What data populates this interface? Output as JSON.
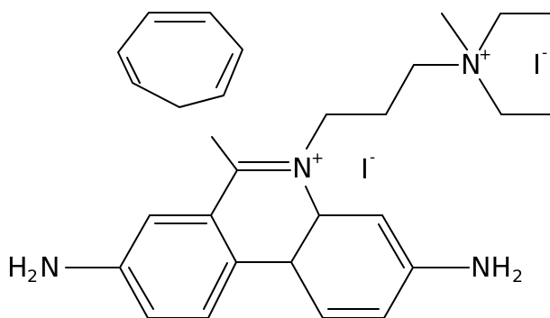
{
  "molecule": {
    "label_n_ring": "N",
    "label_n_ring_charge": "+",
    "label_n_amine": "N",
    "label_n_amine_charge": "+",
    "label_amine_left_h": "H",
    "label_amine_left_sub": "2",
    "label_amine_left_n": "N",
    "label_amine_right_nh": "NH",
    "label_amine_right_sub": "2",
    "counterion_1": "I",
    "counterion_1_charge": "-",
    "counterion_2": "I",
    "counterion_2_charge": "-"
  },
  "colors": {
    "ink": "#000000",
    "background": "#ffffff"
  }
}
